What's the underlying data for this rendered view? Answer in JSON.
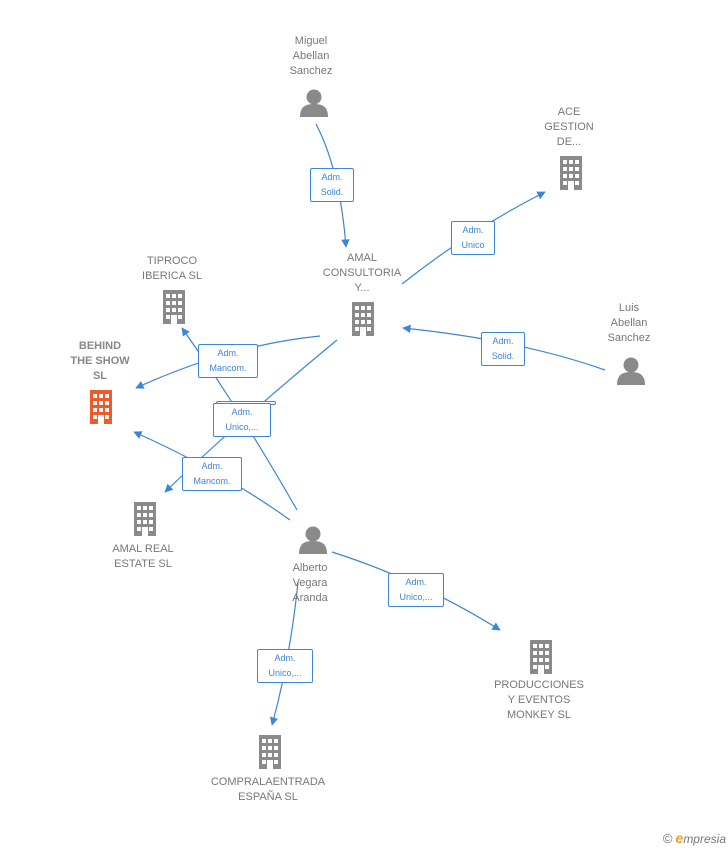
{
  "colors": {
    "edge": "#3b86d6",
    "node": "#8a8a8a",
    "highlight": "#f05a28"
  },
  "nodes": {
    "miguel": {
      "label": "Miguel\nAbellan\nSanchez",
      "icon": "person-icon"
    },
    "ace": {
      "label": "ACE\nGESTION\nDE...",
      "icon": "building-icon"
    },
    "amal_consultoria": {
      "label": "AMAL\nCONSULTORIA\nY...",
      "icon": "building-icon"
    },
    "tiproco": {
      "label": "TIPROCO\nIBERICA  SL",
      "icon": "building-icon"
    },
    "luis": {
      "label": "Luis\nAbellan\nSanchez",
      "icon": "person-icon"
    },
    "behind": {
      "label": "BEHIND\nTHE SHOW\nSL",
      "icon": "building-icon"
    },
    "amal_real": {
      "label": "AMAL REAL\nESTATE  SL",
      "icon": "building-icon"
    },
    "alberto": {
      "label": "Alberto\nVegara\nAranda",
      "icon": "person-icon"
    },
    "producciones": {
      "label": "PRODUCCIONES\nY EVENTOS\nMONKEY  SL",
      "icon": "building-icon"
    },
    "compra": {
      "label": "COMPRALAENTRADA\nESPAÑA  SL",
      "icon": "building-icon"
    }
  },
  "edges": {
    "e1": "Adm.\nSolid.",
    "e2": "Adm.\nUnico",
    "e3": "Adm.\nSolid.",
    "e4": "Adm.\nMancom.",
    "e5": "Adm.\nUnico,...",
    "e6": "Adm.\nMancom.",
    "e7": "Adm.\nUnico,...",
    "e8": "Adm.\nUnico,..."
  },
  "footer": {
    "copyright": "©",
    "brand_initial": "e",
    "brand_rest": "mpresia"
  }
}
